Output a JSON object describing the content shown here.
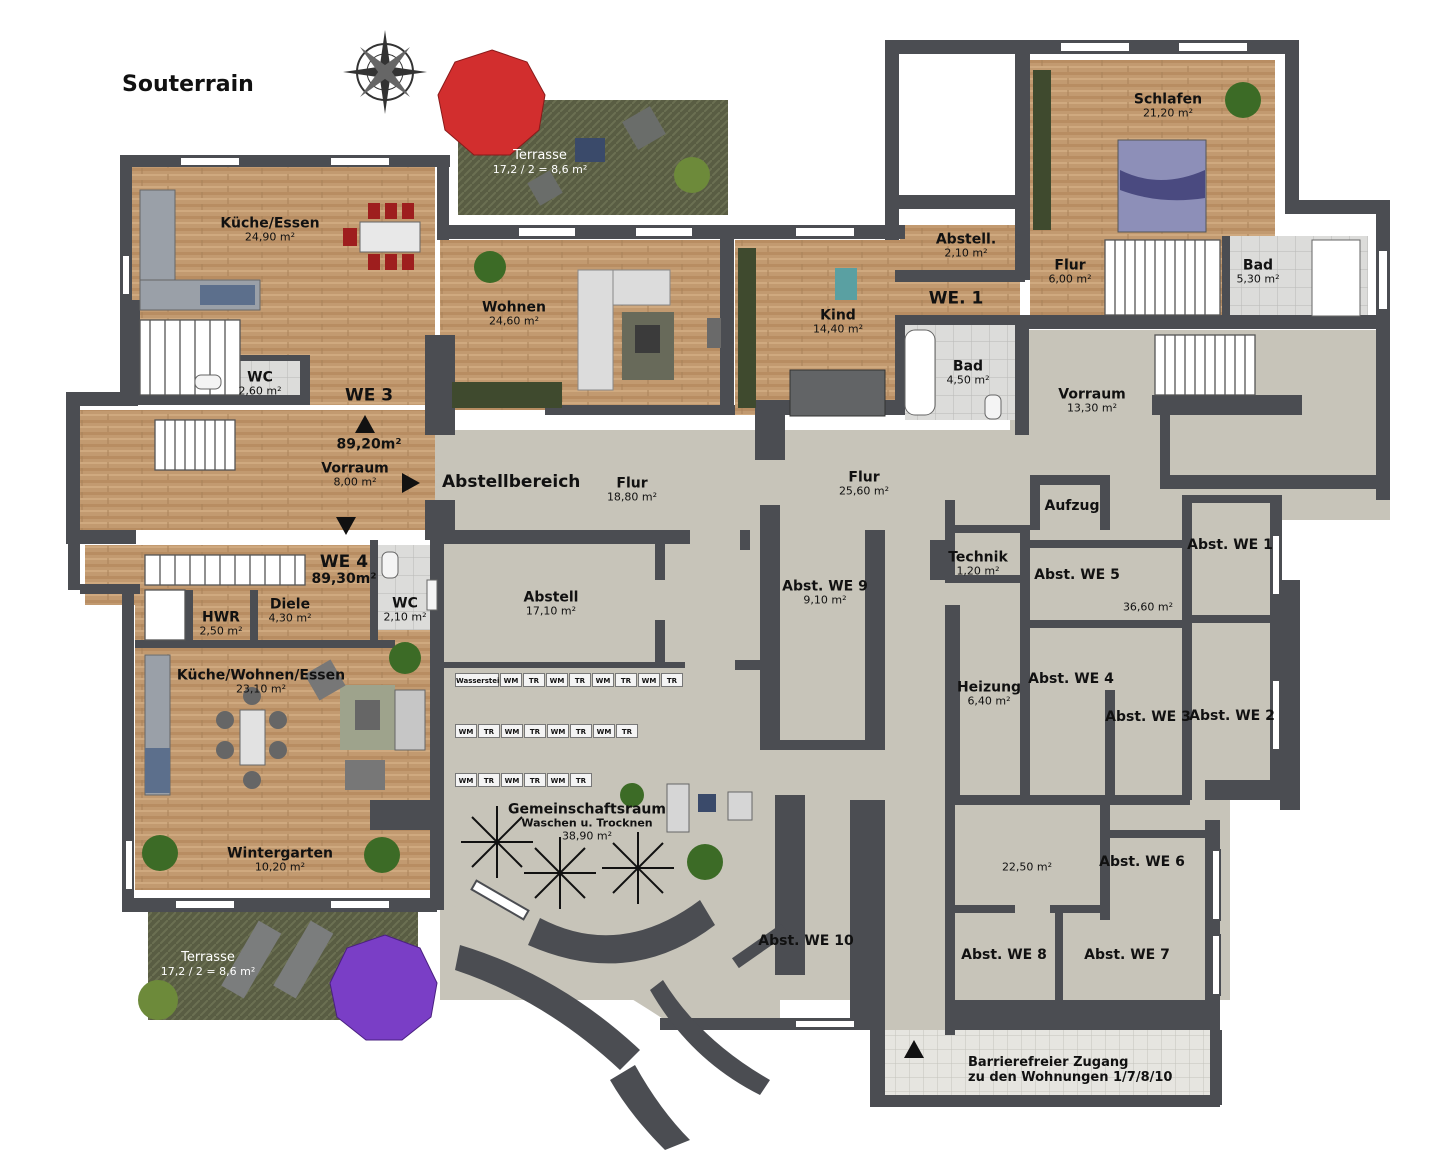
{
  "title": "Souterrain",
  "colors": {
    "wall": "#4b4d52",
    "floor_common": "#c7c4b9",
    "wood": "#c29a70",
    "tiles": "#d9d8d6",
    "terrace": "#5a5e44",
    "umbrella_red": "#d22e2e",
    "umbrella_purple": "#7a3ec6"
  },
  "units": {
    "we1": {
      "label": "WE. 1"
    },
    "we3": {
      "label": "WE 3",
      "area": "89,20m²"
    },
    "we4": {
      "label": "WE 4",
      "area": "89,30m²"
    }
  },
  "rooms": {
    "terrace_top": {
      "name": "Terrasse",
      "area": "17,2 / 2 = 8,6 m²"
    },
    "terrace_bottom": {
      "name": "Terrasse",
      "area": "17,2 / 2 = 8,6 m²"
    },
    "kueche_essen": {
      "name": "Küche/Essen",
      "area": "24,90 m²"
    },
    "wohnen": {
      "name": "Wohnen",
      "area": "24,60 m²"
    },
    "wc_we3": {
      "name": "WC",
      "area": "2,60 m²"
    },
    "vorraum_we3": {
      "name": "Vorraum",
      "area": "8,00 m²"
    },
    "kind": {
      "name": "Kind",
      "area": "14,40 m²"
    },
    "abstell_we1": {
      "name": "Abstell.",
      "area": "2,10 m²"
    },
    "schlafen": {
      "name": "Schlafen",
      "area": "21,20 m²"
    },
    "flur_we1": {
      "name": "Flur",
      "area": "6,00 m²"
    },
    "bad_we1_right": {
      "name": "Bad",
      "area": "5,30 m²"
    },
    "bad_we1": {
      "name": "Bad",
      "area": "4,50 m²"
    },
    "vorraum_right": {
      "name": "Vorraum",
      "area": "13,30 m²"
    },
    "flur_a": {
      "name": "Flur",
      "area": "18,80 m²"
    },
    "flur_b": {
      "name": "Flur",
      "area": "25,60 m²"
    },
    "aufzug": {
      "name": "Aufzug",
      "area": ""
    },
    "technik": {
      "name": "Technik",
      "area": "1,20 m²"
    },
    "abst_we5": {
      "name": "Abst. WE 5",
      "area": ""
    },
    "abst_we1": {
      "name": "Abst. WE 1",
      "area": ""
    },
    "area_3660": {
      "name": "",
      "area": "36,60 m²"
    },
    "abstell_big": {
      "name": "Abstell",
      "area": "17,10 m²"
    },
    "abst_we9": {
      "name": "Abst. WE 9",
      "area": "9,10 m²"
    },
    "heizung": {
      "name": "Heizung",
      "area": "6,40 m²"
    },
    "abst_we4": {
      "name": "Abst. WE 4",
      "area": ""
    },
    "abst_we3": {
      "name": "Abst. WE 3",
      "area": ""
    },
    "abst_we2": {
      "name": "Abst. WE 2",
      "area": ""
    },
    "diele": {
      "name": "Diele",
      "area": "4,30 m²"
    },
    "hwr": {
      "name": "HWR",
      "area": "2,50 m²"
    },
    "wc_we4": {
      "name": "WC",
      "area": "2,10 m²"
    },
    "kwe": {
      "name": "Küche/Wohnen/Essen",
      "area": "23,10 m²"
    },
    "gemeinschaft": {
      "name": "Gemeinschaftsraum",
      "sub": "Waschen u. Trocknen",
      "area": "38,90 m²"
    },
    "wintergarten": {
      "name": "Wintergarten",
      "area": "10,20 m²"
    },
    "abst_we6": {
      "name": "Abst. WE 6",
      "area": ""
    },
    "area_2250": {
      "name": "",
      "area": "22,50 m²"
    },
    "abst_we10": {
      "name": "Abst. WE 10",
      "area": ""
    },
    "abst_we8": {
      "name": "Abst. WE 8",
      "area": ""
    },
    "abst_we7": {
      "name": "Abst. WE 7",
      "area": ""
    }
  },
  "abstellbereich": "Abstellbereich",
  "access": {
    "line1": "Barrierefreier Zugang",
    "line2": "zu den Wohnungen 1/7/8/10"
  },
  "laundry_rows": [
    [
      "Wasserstein",
      "WM",
      "TR",
      "WM",
      "TR",
      "WM",
      "TR",
      "WM",
      "TR"
    ],
    [
      "WM",
      "TR",
      "WM",
      "TR",
      "WM",
      "TR",
      "WM",
      "TR"
    ],
    [
      "WM",
      "TR",
      "WM",
      "TR",
      "WM",
      "TR"
    ]
  ]
}
